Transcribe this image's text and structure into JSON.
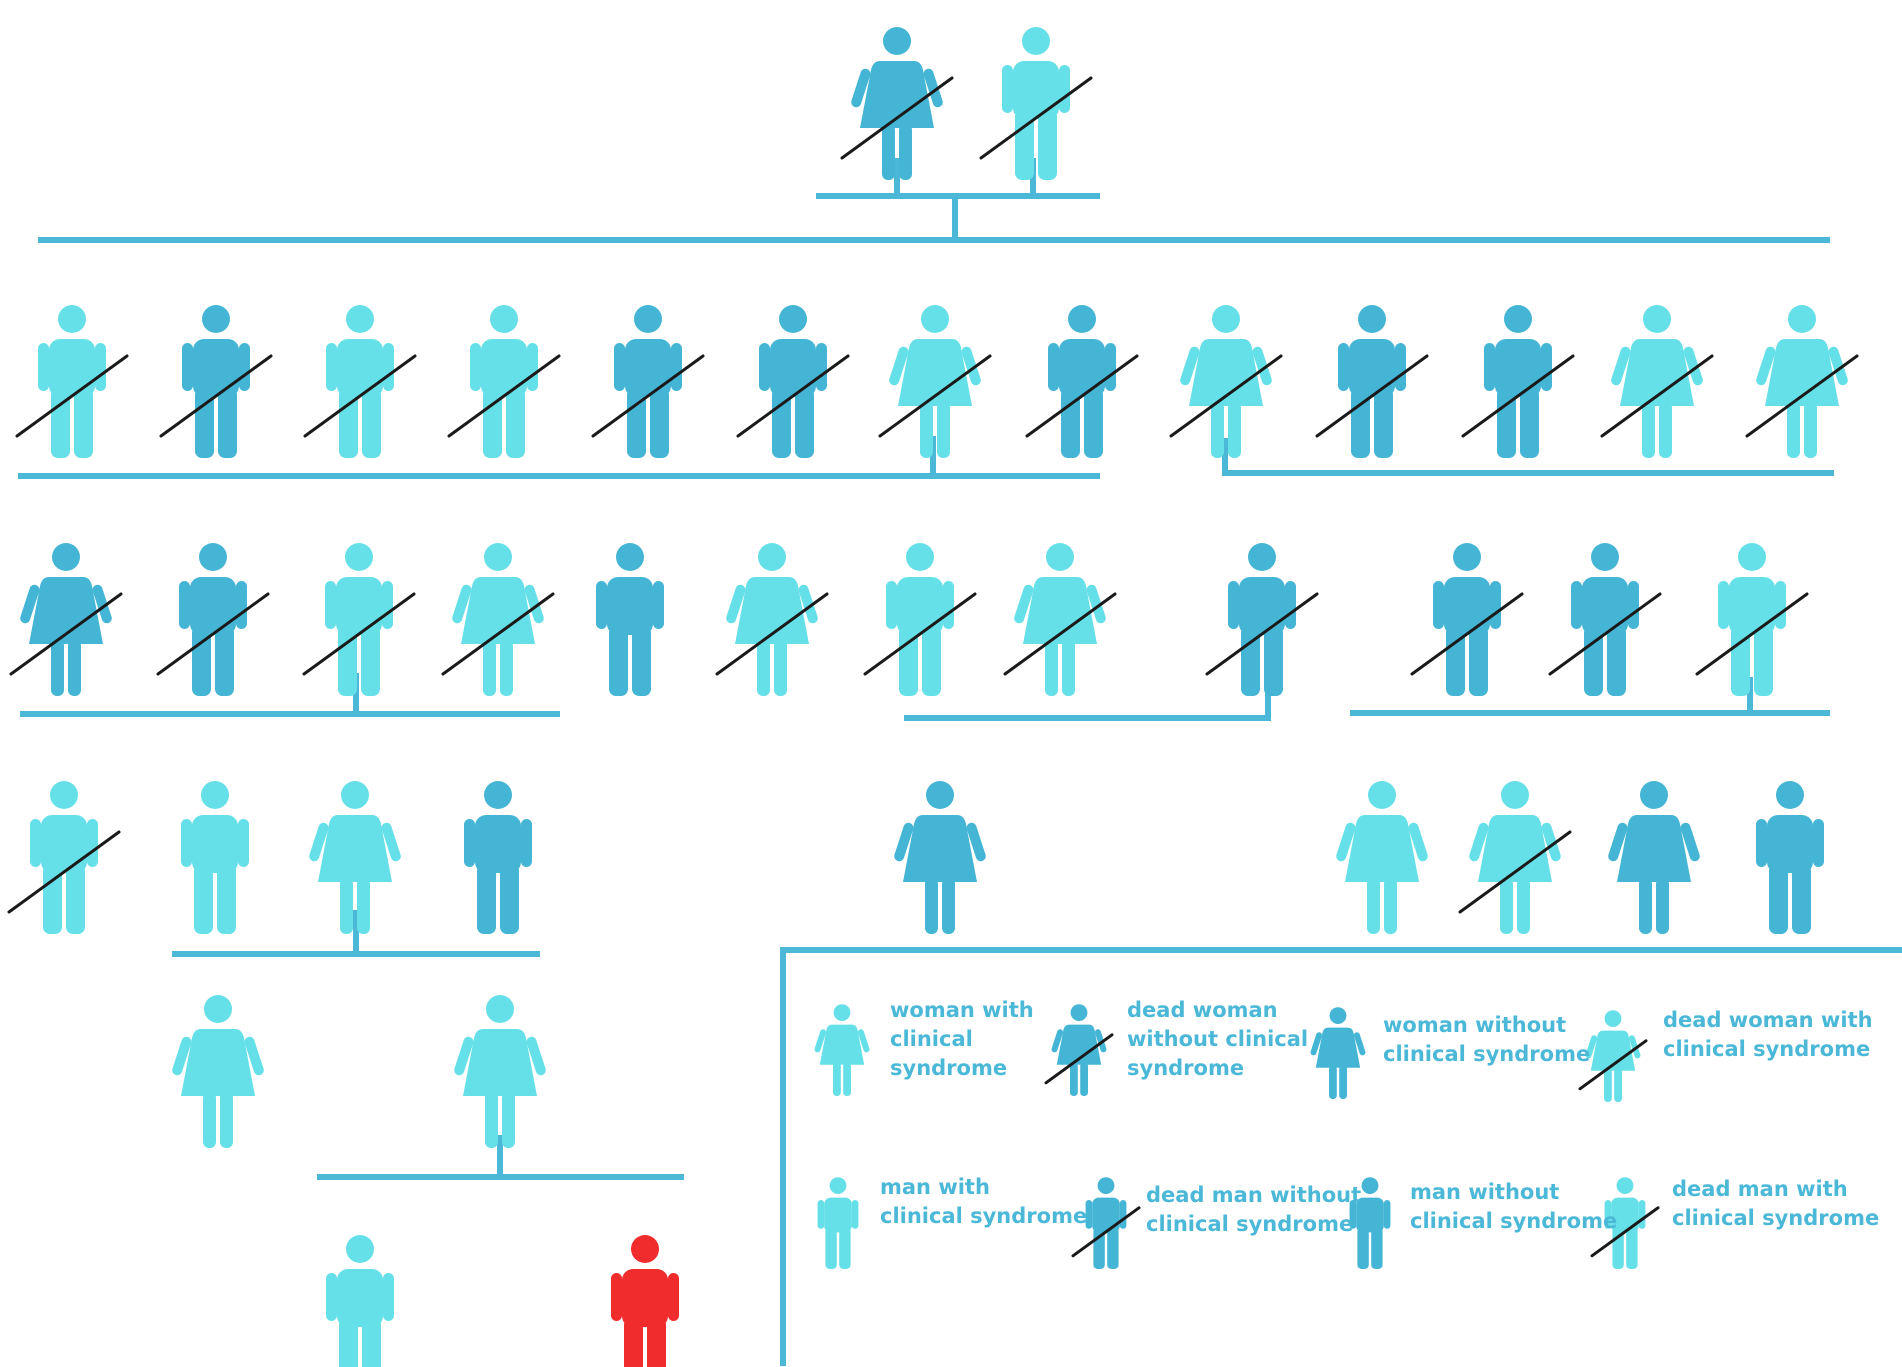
{
  "colors": {
    "affected": "#66e0e8",
    "unaffected": "#45b5d5",
    "proband": "#f02c2c",
    "line": "#4bb8d8",
    "strike": "#1a1a1a"
  },
  "pedigree": {
    "generations": [
      {
        "id": "I",
        "individuals": [
          {
            "sex": "female",
            "status": "unaffected",
            "deceased": true
          },
          {
            "sex": "male",
            "status": "affected",
            "deceased": true
          }
        ]
      },
      {
        "id": "II",
        "individuals": [
          {
            "sex": "male",
            "status": "affected",
            "deceased": true
          },
          {
            "sex": "male",
            "status": "unaffected",
            "deceased": true
          },
          {
            "sex": "male",
            "status": "affected",
            "deceased": true
          },
          {
            "sex": "male",
            "status": "affected",
            "deceased": true
          },
          {
            "sex": "male",
            "status": "unaffected",
            "deceased": true
          },
          {
            "sex": "male",
            "status": "unaffected",
            "deceased": true
          },
          {
            "sex": "female",
            "status": "affected",
            "deceased": true
          },
          {
            "sex": "male",
            "status": "unaffected",
            "deceased": true
          },
          {
            "sex": "female",
            "status": "affected",
            "deceased": true
          },
          {
            "sex": "male",
            "status": "unaffected",
            "deceased": true
          },
          {
            "sex": "male",
            "status": "unaffected",
            "deceased": true
          },
          {
            "sex": "female",
            "status": "affected",
            "deceased": true
          },
          {
            "sex": "female",
            "status": "affected",
            "deceased": true
          }
        ]
      },
      {
        "id": "III",
        "individuals": [
          {
            "sex": "female",
            "status": "unaffected",
            "deceased": true
          },
          {
            "sex": "male",
            "status": "unaffected",
            "deceased": true
          },
          {
            "sex": "male",
            "status": "affected",
            "deceased": true
          },
          {
            "sex": "female",
            "status": "affected",
            "deceased": true
          },
          {
            "sex": "male",
            "status": "unaffected",
            "deceased": false
          },
          {
            "sex": "female",
            "status": "affected",
            "deceased": true
          },
          {
            "sex": "male",
            "status": "affected",
            "deceased": true
          },
          {
            "sex": "female",
            "status": "affected",
            "deceased": true
          },
          {
            "sex": "male",
            "status": "unaffected",
            "deceased": true
          },
          {
            "sex": "male",
            "status": "unaffected",
            "deceased": true
          },
          {
            "sex": "male",
            "status": "unaffected",
            "deceased": true
          },
          {
            "sex": "male",
            "status": "affected",
            "deceased": true
          }
        ]
      },
      {
        "id": "IV",
        "individuals": [
          {
            "sex": "male",
            "status": "affected",
            "deceased": true
          },
          {
            "sex": "male",
            "status": "affected",
            "deceased": false
          },
          {
            "sex": "female",
            "status": "affected",
            "deceased": false
          },
          {
            "sex": "male",
            "status": "unaffected",
            "deceased": false
          },
          {
            "sex": "female",
            "status": "unaffected",
            "deceased": false
          },
          {
            "sex": "female",
            "status": "affected",
            "deceased": false
          },
          {
            "sex": "female",
            "status": "affected",
            "deceased": true
          },
          {
            "sex": "female",
            "status": "unaffected",
            "deceased": false
          },
          {
            "sex": "male",
            "status": "unaffected",
            "deceased": false
          }
        ]
      },
      {
        "id": "V",
        "individuals": [
          {
            "sex": "female",
            "status": "affected",
            "deceased": false
          },
          {
            "sex": "female",
            "status": "affected",
            "deceased": false
          }
        ]
      },
      {
        "id": "VI",
        "individuals": [
          {
            "sex": "male",
            "status": "affected",
            "deceased": false
          },
          {
            "sex": "male",
            "status": "proband",
            "deceased": false
          }
        ]
      }
    ]
  },
  "legend": {
    "items": [
      {
        "sex": "female",
        "status": "affected",
        "deceased": false,
        "lines": [
          "woman with",
          "clinical",
          "syndrome"
        ]
      },
      {
        "sex": "female",
        "status": "unaffected",
        "deceased": true,
        "lines": [
          "dead woman",
          "without clinical",
          "syndrome"
        ]
      },
      {
        "sex": "female",
        "status": "unaffected",
        "deceased": false,
        "lines": [
          "woman without",
          "clinical syndrome"
        ]
      },
      {
        "sex": "female",
        "status": "affected",
        "deceased": true,
        "lines": [
          "dead woman with",
          "clinical syndrome"
        ]
      },
      {
        "sex": "male",
        "status": "affected",
        "deceased": false,
        "lines": [
          "man with",
          "clinical syndrome"
        ]
      },
      {
        "sex": "male",
        "status": "unaffected",
        "deceased": true,
        "lines": [
          "dead man without",
          "clinical syndrome"
        ]
      },
      {
        "sex": "male",
        "status": "unaffected",
        "deceased": false,
        "lines": [
          "man without",
          "clinical syndrome"
        ]
      },
      {
        "sex": "male",
        "status": "affected",
        "deceased": true,
        "lines": [
          "dead man with",
          "clinical syndrome"
        ]
      }
    ]
  }
}
